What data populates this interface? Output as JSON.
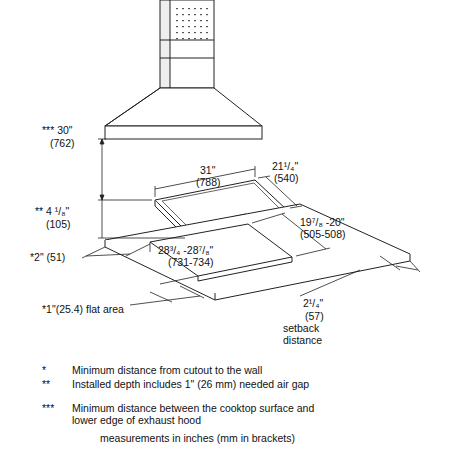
{
  "diagram": {
    "caption": "measurements in inches (mm in brackets)",
    "labels": [
      "*** 30\"",
      "(762)",
      "31\"",
      "(788)",
      "21¹/₄\"",
      "(540)",
      "** 4 ¹/₈\"",
      "(105)",
      "19⁷/₈ -20\"",
      "(505-508)",
      "28³/₄ -28⁷/₈\"",
      "(731-734)",
      "*2\" (51)",
      "*1\"(25.4) flat area",
      "2¹/₄\"",
      "(57)",
      "setback distance",
      "*",
      "Minimum distance from cutout to the wall",
      "**",
      "Installed depth includes 1\" (26 mm) needed air gap",
      "***",
      "Minimum distance between the cooktop surface and lower edge of exhaust hood"
    ]
  }
}
